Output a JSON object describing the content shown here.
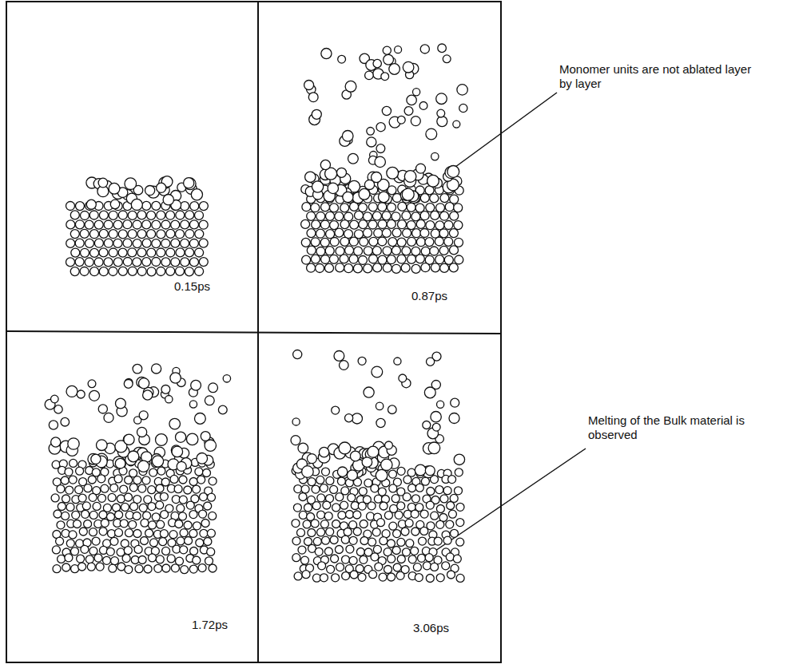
{
  "diagram": {
    "labels": [
      "0.15ps",
      "0.87ps",
      "1.72ps",
      "3.06ps",
      "Monomer units are not ablated layer by layer",
      "Melting of the Bulk material is observed"
    ]
  }
}
